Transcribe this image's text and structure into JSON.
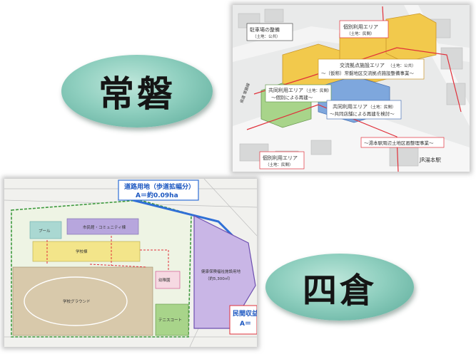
{
  "labels": {
    "top_badge": "常磐",
    "bottom_badge": "四倉"
  },
  "top_image": {
    "callouts": {
      "parking": "駐車場の整備",
      "parking_sub": "（土地：公共）",
      "individual_top": "個別利用エリア",
      "individual_top_sub": "（土地：民間）",
      "exchange": "交流拠点施設エリア",
      "exchange_sub": "（土地：公共）",
      "exchange_note": "～（仮称）常磐地区交流拠点施設整備事業～",
      "individual_mid": "共同利用エリア",
      "individual_mid_sub": "（土地：民間）",
      "individual_mid_note": "～個別による再建～",
      "joint": "共同利用エリア",
      "joint_sub": "（土地：民間）",
      "joint_note": "～共同店舗による再建を検討～",
      "land_readjust": "～湯本駅周辺土地区画整理事業～",
      "individual_bottom": "個別利用エリア",
      "individual_bottom_sub": "（土地：民間）",
      "station": "JR湯本駅",
      "side_label": "県道 常磐線"
    }
  },
  "bottom_image": {
    "road_title": "道路用地（歩道拡幅分）",
    "road_area": "A＝約0.09ha",
    "private": "民間収益",
    "private_area": "A＝",
    "community": "市民館・コミュニティ棟",
    "school": "学校棟",
    "pool": "プール",
    "ground": "学校グラウンド",
    "tennis": "テニスコート",
    "kinder": "幼稚園",
    "welfare": "健康保険福祉施設用地",
    "welfare_area": "（約5,300㎡）"
  },
  "colors": {
    "badge": "#8fcfbf",
    "yellow_block": "#f2c94c",
    "blue_block": "#7ea7dd",
    "green_block": "#a8d48a",
    "red_line": "#e0303a",
    "purple_area": "#c9b6e6",
    "road_blue": "#2f6fd6"
  }
}
